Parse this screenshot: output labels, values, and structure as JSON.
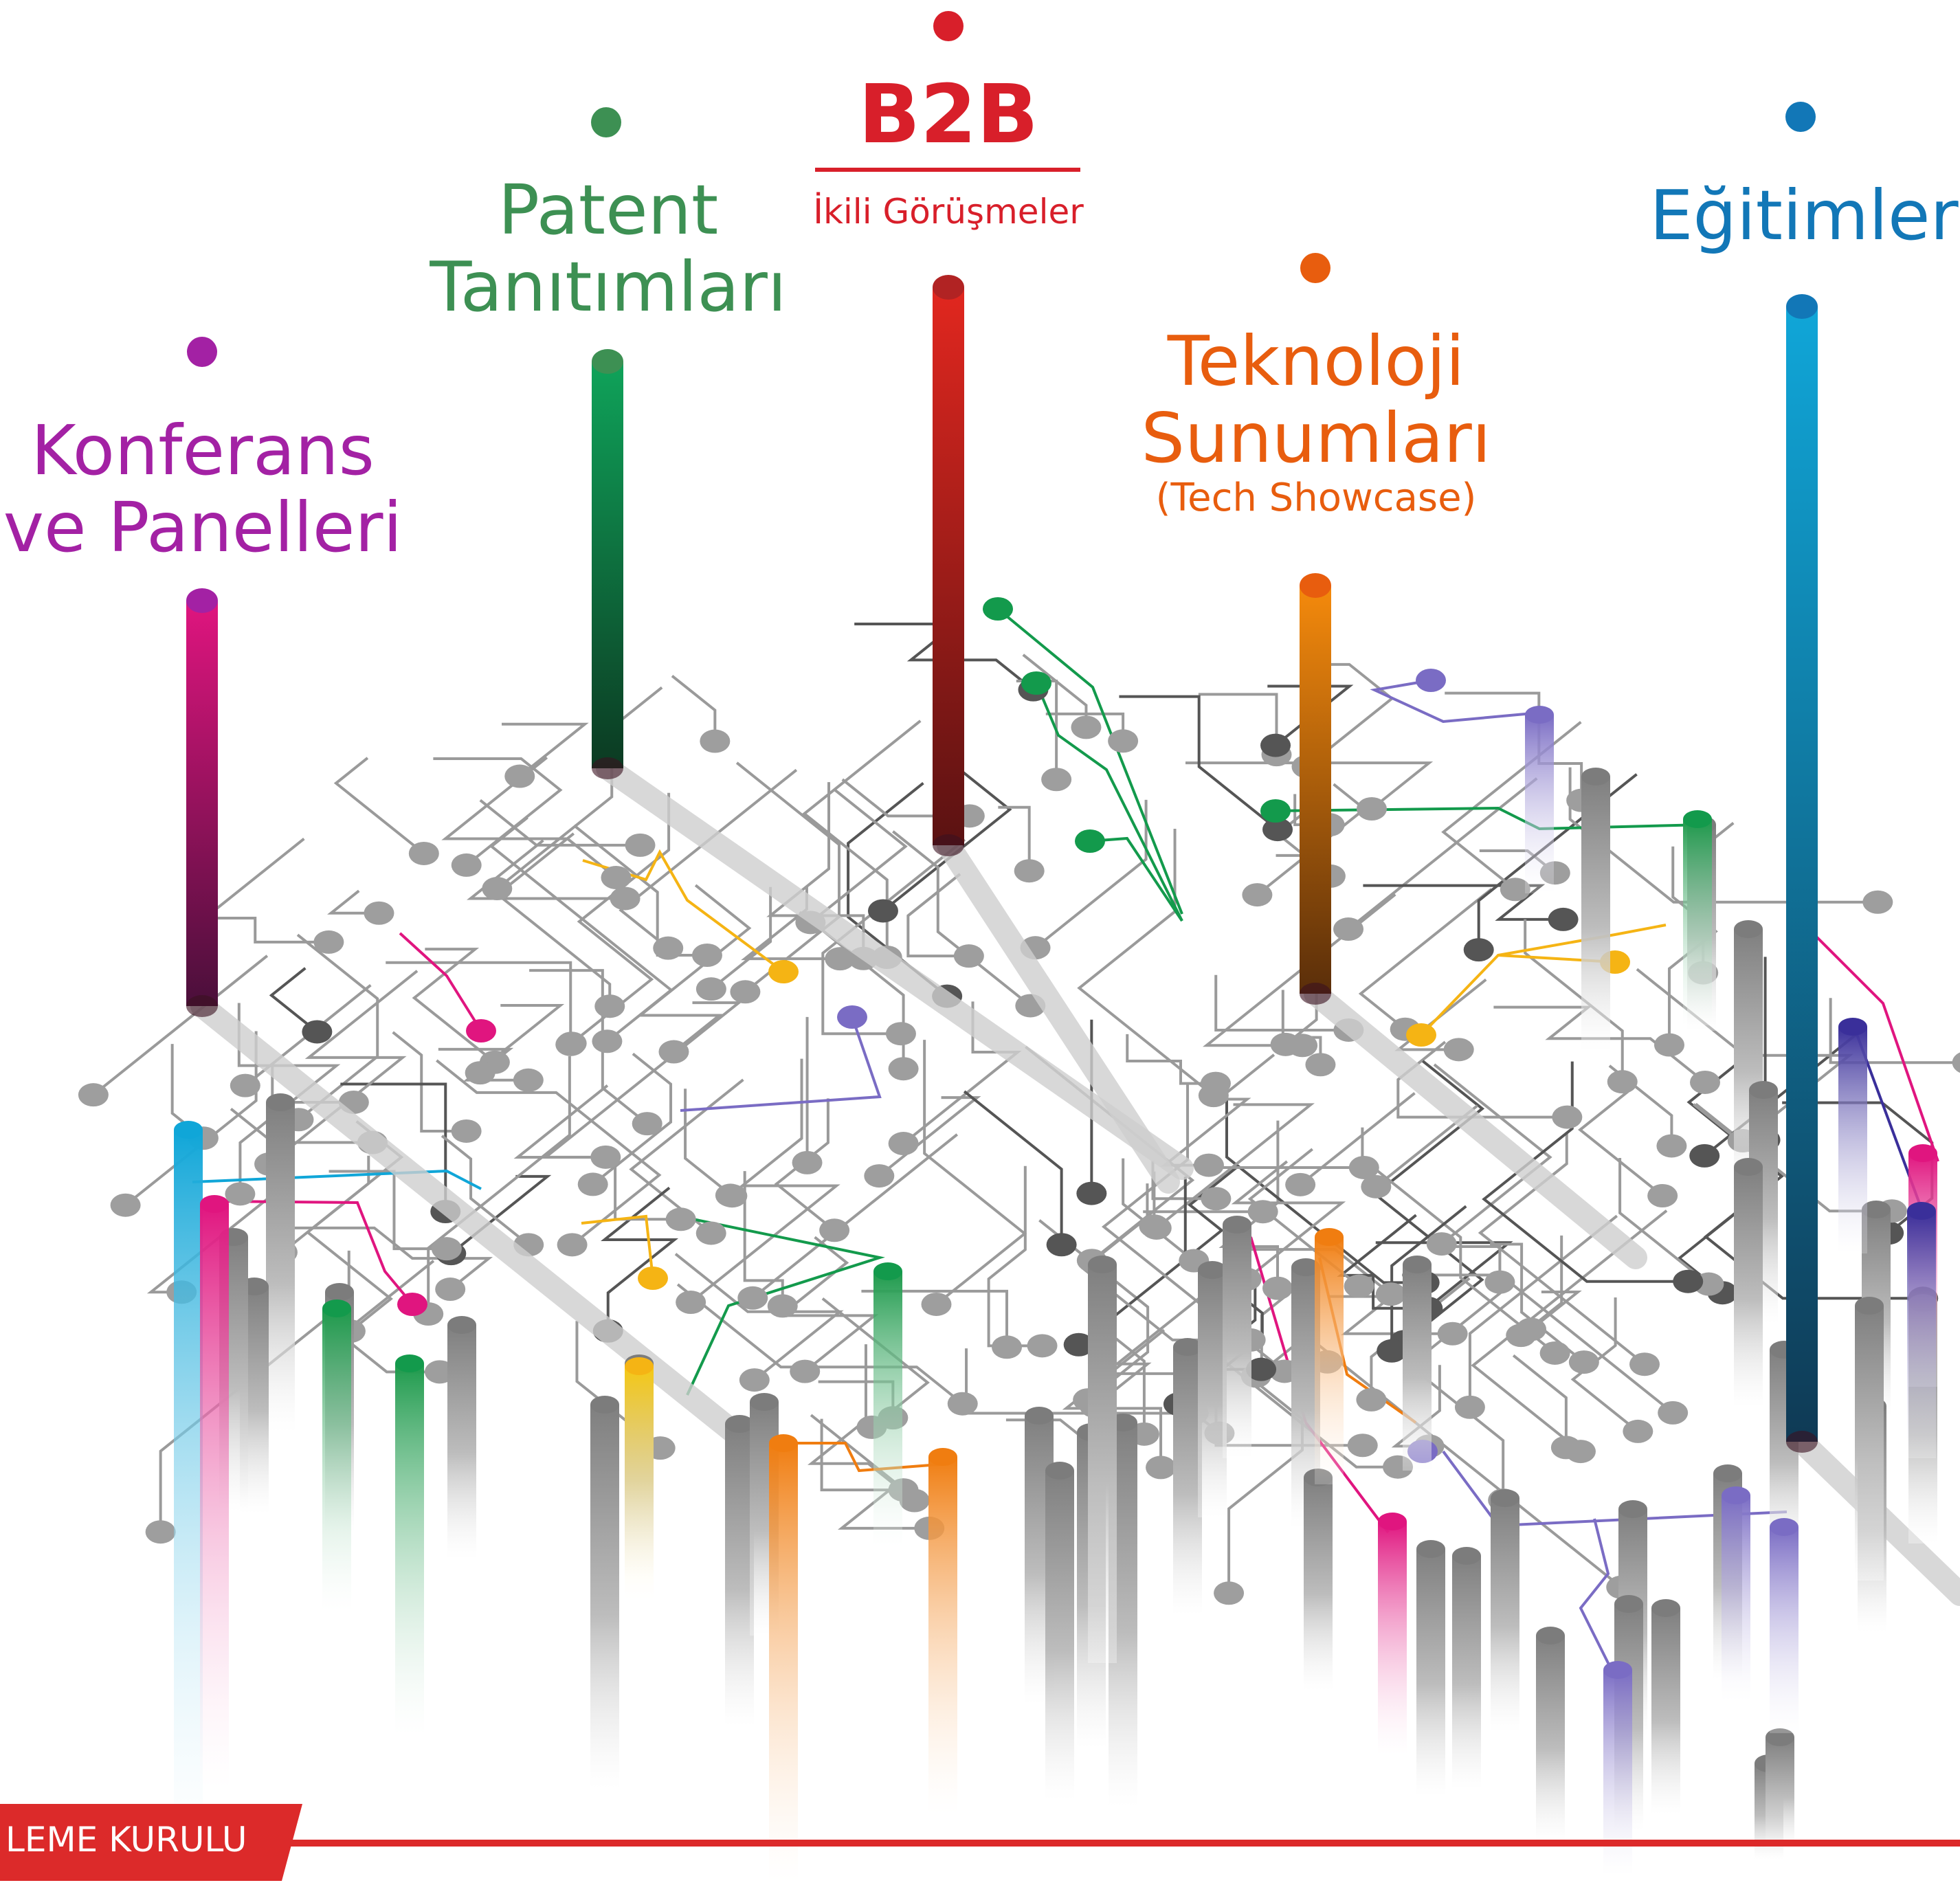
{
  "labels": {
    "konferans": {
      "line1": "Konferans",
      "line2": "ve Panelleri",
      "color": "#a321a4"
    },
    "patent": {
      "line1": "Patent",
      "line2": "Tanıtımları",
      "color": "#3d9053"
    },
    "b2b": {
      "title": "B2B",
      "subtitle": "İkili Görüşmeler",
      "color": "#d81f2a"
    },
    "teknoloji": {
      "line1": "Teknoloji",
      "line2": "Sunumları",
      "line3": "(Tech Showcase)",
      "color": "#e85d0e"
    },
    "egitimler": {
      "line1": "Eğitimler",
      "color": "#1277b7"
    }
  },
  "banner": {
    "text": "LEME KURULU",
    "color": "#dc2a2a"
  },
  "colors": {
    "magenta": "#e0157f",
    "green": "#139a4c",
    "red": "#dc2a2a",
    "orange": "#f07d10",
    "cyan": "#10a6d8",
    "yellow": "#f5b414",
    "purple": "#7a6cc4",
    "indigo": "#3a2f9a",
    "gray": "#8a8a8a",
    "dark": "#555555"
  },
  "icons": {
    "circuit": "circuit-brain-graphic"
  }
}
